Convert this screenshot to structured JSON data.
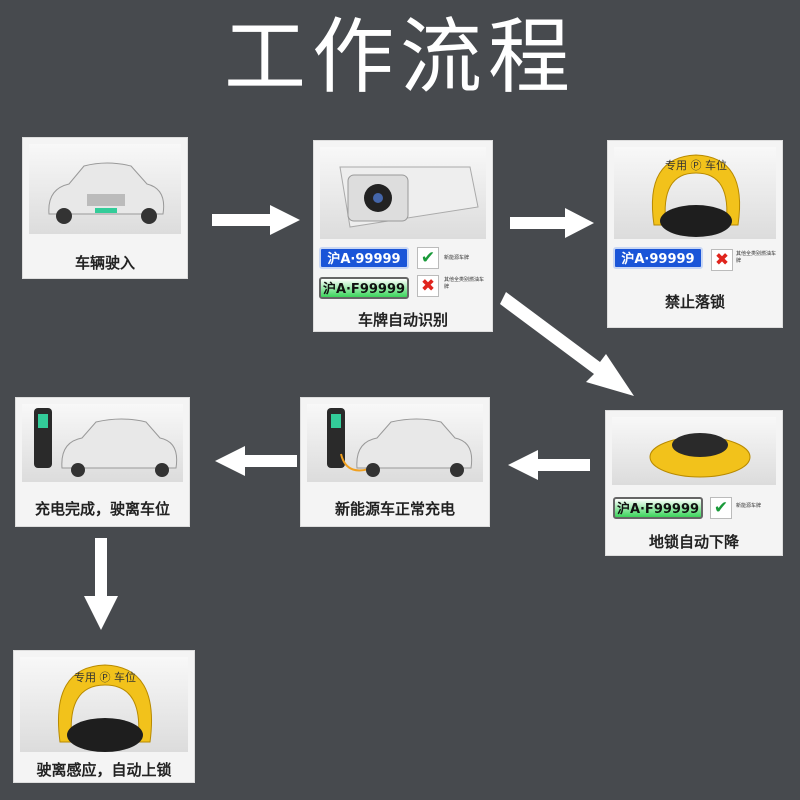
{
  "title": "工作流程",
  "steps": {
    "enter": {
      "label": "车辆驶入"
    },
    "recognize": {
      "label": "车牌自动识别",
      "plate_blue": "沪A·99999",
      "plate_green": "沪A·F99999",
      "note_check": "新能源车牌",
      "note_cross": "其他全类别燃油车牌"
    },
    "forbid": {
      "label": "禁止落锁",
      "plate_blue": "沪A·99999",
      "note_cross": "其他全类别燃油车牌",
      "lock_text": "专用 Ⓟ 车位"
    },
    "lower": {
      "label": "地锁自动下降",
      "plate_green": "沪A·F99999",
      "note_check": "新能源车牌"
    },
    "charge": {
      "label": "新能源车正常充电"
    },
    "leave": {
      "label": "充电完成，驶离车位"
    },
    "relock": {
      "label": "驶离感应，自动上锁",
      "lock_text": "专用 Ⓟ 车位"
    }
  },
  "colors": {
    "background": "#474a4e",
    "arrow": "#ffffff",
    "lock_yellow": "#f2c21b",
    "plate_blue": "#1a55d8",
    "check": "#1a9a3a",
    "cross": "#e0241d"
  }
}
